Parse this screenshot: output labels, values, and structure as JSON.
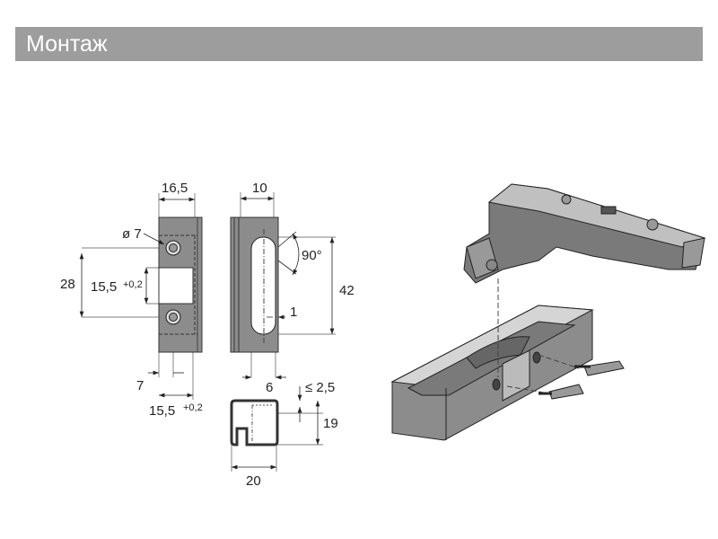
{
  "header": {
    "title": "Монтаж"
  },
  "dimensions": {
    "front_width": "16,5",
    "hole_diameter": "ø 7",
    "hole_spacing": "28",
    "window_height": "15,5",
    "window_height_tol": "+0,2",
    "hole_offset": "7",
    "window_width": "15,5",
    "window_width_tol": "+0,2",
    "side_width": "10",
    "angle": "90°",
    "slot_length": "42",
    "slot_depth": "1",
    "slot_offset": "6",
    "wall_max": "≤ 2,5",
    "profile_height": "19",
    "profile_width": "20"
  },
  "colors": {
    "header": "#9d9d9d",
    "profile": "#8c8c8c",
    "hinge": "#7a7a7a"
  }
}
